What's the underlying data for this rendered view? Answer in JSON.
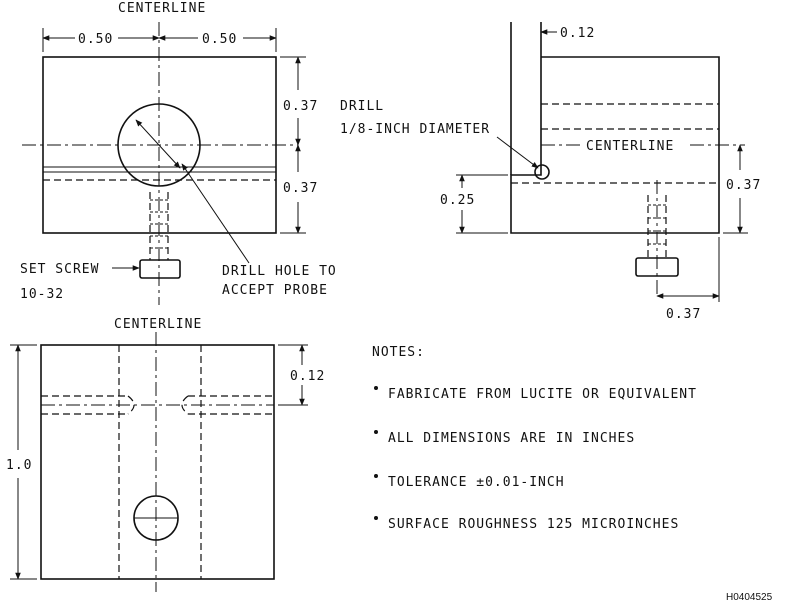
{
  "labels": {
    "centerline_top": "CENTERLINE",
    "centerline_side": "CENTERLINE",
    "centerline_bottom": "CENTERLINE",
    "dim_left_half": "0.50",
    "dim_right_half": "0.50",
    "dim_upper_height": "0.37",
    "dim_lower_height": "0.37",
    "set_screw_line1": "SET SCREW",
    "set_screw_line2": "10-32",
    "drill_hole_line1": "DRILL HOLE TO",
    "drill_hole_line2": "ACCEPT PROBE",
    "drill_line1": "DRILL",
    "drill_line2": "1/8-INCH DIAMETER",
    "dim_side_offset": "0.12",
    "dim_side_hole_height": "0.25",
    "dim_side_right_height": "0.37",
    "dim_side_bottom": "0.37",
    "dim_bottom_offset": "0.12",
    "dim_bottom_height": "1.0",
    "drawing_id": "H0404525"
  },
  "notes": {
    "heading": "NOTES:",
    "items": [
      "FABRICATE FROM LUCITE OR EQUIVALENT",
      "ALL DIMENSIONS ARE IN INCHES",
      "TOLERANCE ±0.01-INCH",
      "SURFACE ROUGHNESS 125 MICROINCHES"
    ]
  }
}
